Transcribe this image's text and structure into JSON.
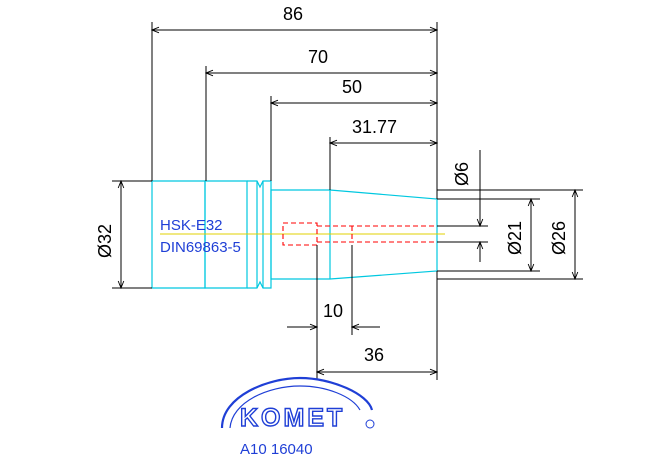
{
  "drawing": {
    "part": {
      "line1": "HSK-E32",
      "line2": "DIN69863-5"
    },
    "dimensions": {
      "total_length": "86",
      "length_70": "70",
      "length_50": "50",
      "length_31_77": "31.77",
      "length_10": "10",
      "length_36": "36",
      "dia_32": "Ø32",
      "dia_6": "Ø6",
      "dia_21": "Ø21",
      "dia_26": "Ø26"
    },
    "logo": {
      "brand": "KOMET",
      "registered_mark": "®"
    },
    "article_number": "A10 16040"
  },
  "colors": {
    "outline": "#00c8e0",
    "hidden": "#ff0000",
    "centerline": "#e0d000",
    "dimension": "#000000",
    "brand": "#1f3fd6"
  }
}
